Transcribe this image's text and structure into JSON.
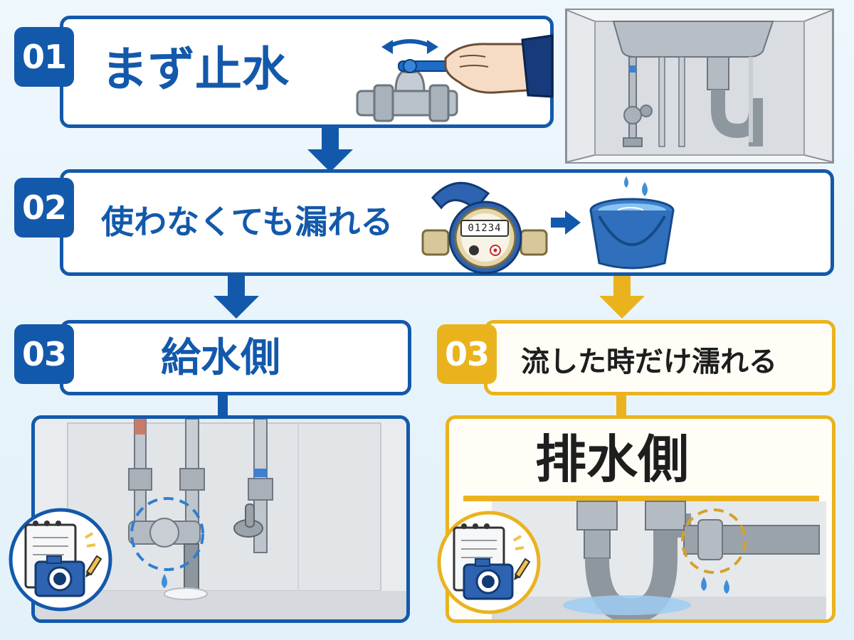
{
  "steps": {
    "s1": {
      "number": "01",
      "label": "まず止水"
    },
    "s2": {
      "number": "02",
      "label": "使わなくても漏れる"
    },
    "s3a": {
      "number": "03",
      "label": "給水側"
    },
    "s3b": {
      "number": "03",
      "label": "流した時だけ濡れる",
      "sublabel": "排水側"
    }
  },
  "meter": {
    "reading": "01234"
  },
  "icons": {
    "valve": "valve-with-hand-icon",
    "sink": "under-sink-cabinet-icon",
    "meter": "water-meter-icon",
    "bucket": "water-bucket-icon",
    "supply": "supply-pipes-photo",
    "drain": "drain-trap-photo",
    "memo": "memo-camera-icon"
  },
  "colors": {
    "blue": "#1359ab",
    "gold": "#eab31e",
    "water": "#3f8fd6"
  }
}
